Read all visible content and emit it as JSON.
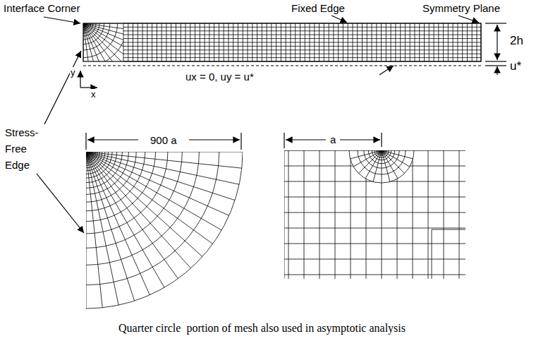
{
  "diagram": {
    "caption": "Quarter circle  portion of mesh also used in asymptotic analysis",
    "labels": [
      "Interface Corner",
      "Fixed Edge",
      "Symmetry Plane",
      "2h",
      "u*",
      "y",
      "x",
      "ux = 0, uy = u*",
      "Stress- Free Edge",
      "900 a",
      "a"
    ]
  }
}
